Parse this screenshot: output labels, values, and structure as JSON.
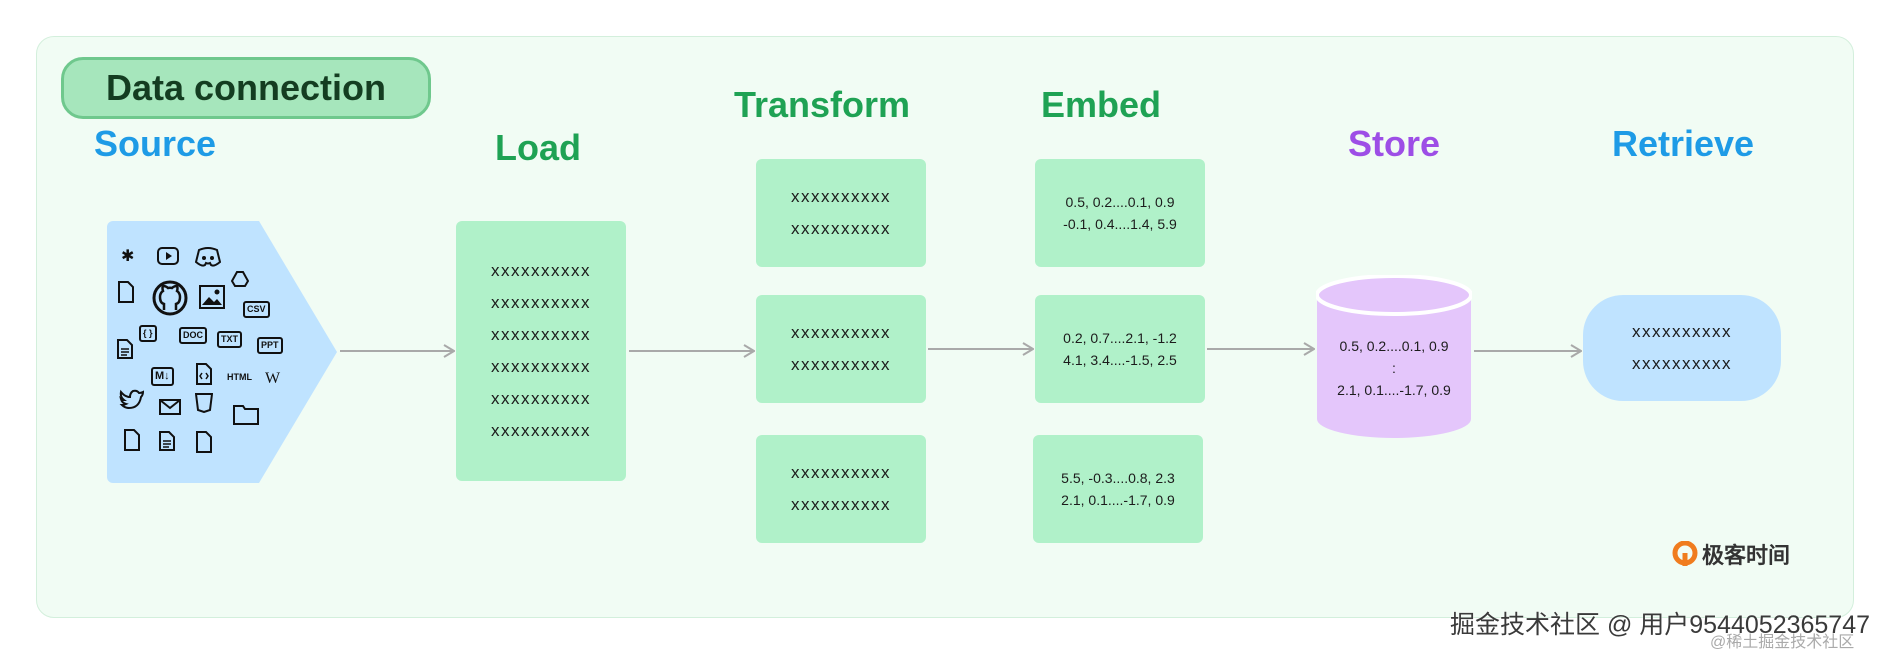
{
  "title": "Data connection",
  "stages": {
    "source": "Source",
    "load": "Load",
    "transform": "Transform",
    "embed": "Embed",
    "store": "Store",
    "retrieve": "Retrieve"
  },
  "colors": {
    "source": "#1e9be6",
    "load": "#1fa254",
    "transform": "#1fa254",
    "embed": "#1fa254",
    "store": "#9d4ee6",
    "retrieve": "#1e9be6",
    "box_green": "#b0f1c9",
    "source_blue": "#bfe3ff",
    "store_purple": "#e4c6fb",
    "arrow": "#a9a9a9"
  },
  "source_icons": [
    "slack-icon",
    "youtube-icon",
    "discord-icon",
    "google-drive-icon",
    "file-icon",
    "github-icon",
    "image-icon",
    "csv-file-icon",
    "text-file-icon",
    "json-file-icon",
    "doc-file-icon",
    "txt-file-icon",
    "ppt-file-icon",
    "markdown-file-icon",
    "code-file-icon",
    "html-icon",
    "wikipedia-icon",
    "twitter-icon",
    "email-icon",
    "css-icon",
    "folder-icon"
  ],
  "source_badges": {
    "csv": "CSV",
    "doc": "DOC",
    "txt": "TXT",
    "ppt": "PPT",
    "md": "M↓",
    "html": "HTML",
    "wiki": "W",
    "json": "{ }"
  },
  "load_lines": [
    "xxxxxxxxxx",
    "xxxxxxxxxx",
    "xxxxxxxxxx",
    "xxxxxxxxxx",
    "xxxxxxxxxx",
    "xxxxxxxxxx"
  ],
  "transform_chunks": [
    [
      "xxxxxxxxxx",
      "xxxxxxxxxx"
    ],
    [
      "xxxxxxxxxx",
      "xxxxxxxxxx"
    ],
    [
      "xxxxxxxxxx",
      "xxxxxxxxxx"
    ]
  ],
  "embed_chunks": [
    [
      "0.5, 0.2....0.1, 0.9",
      "-0.1, 0.4....1.4, 5.9"
    ],
    [
      "0.2, 0.7....2.1, -1.2",
      "4.1, 3.4....-1.5, 2.5"
    ],
    [
      "5.5, -0.3....0.8, 2.3",
      "2.1, 0.1....-1.7, 0.9"
    ]
  ],
  "store_lines": [
    "0.5, 0.2....0.1, 0.9",
    ":",
    "2.1, 0.1....-1.7, 0.9"
  ],
  "retrieve_lines": [
    "xxxxxxxxxx",
    "xxxxxxxxxx"
  ],
  "brand": "极客时间",
  "watermark": "掘金技术社区 @ 用户9544052365747",
  "watermark2": "@稀土掘金技术社区"
}
